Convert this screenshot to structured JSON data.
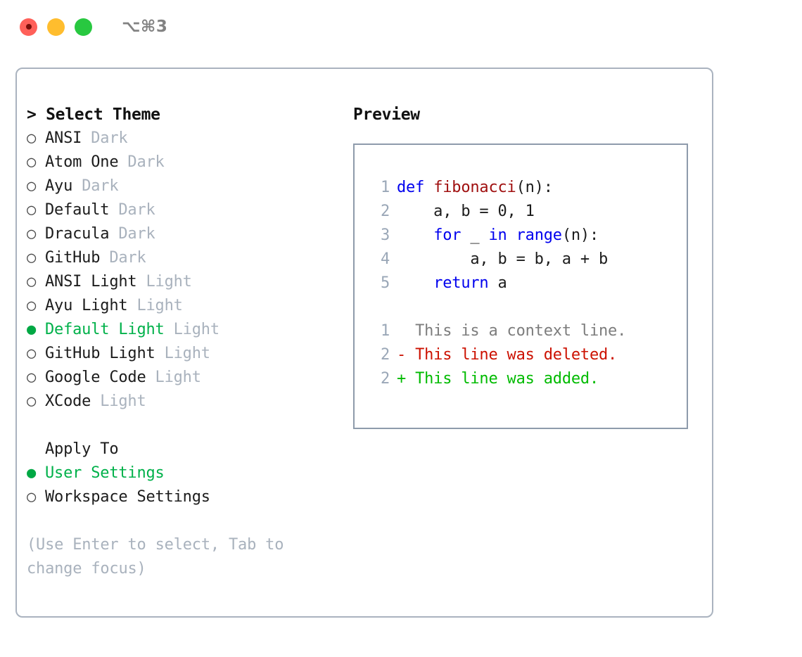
{
  "window": {
    "title": "⌥⌘3",
    "buttons": [
      {
        "name": "close",
        "color": "#ff6059"
      },
      {
        "name": "minimize",
        "color": "#ffbd2e"
      },
      {
        "name": "maximize",
        "color": "#28c840"
      }
    ]
  },
  "theme_panel": {
    "header": "> Select Theme",
    "items": [
      {
        "marker": "○",
        "name": "ANSI",
        "kind": "Dark",
        "selected": false
      },
      {
        "marker": "○",
        "name": "Atom One",
        "kind": "Dark",
        "selected": false
      },
      {
        "marker": "○",
        "name": "Ayu",
        "kind": "Dark",
        "selected": false
      },
      {
        "marker": "○",
        "name": "Default",
        "kind": "Dark",
        "selected": false
      },
      {
        "marker": "○",
        "name": "Dracula",
        "kind": "Dark",
        "selected": false
      },
      {
        "marker": "○",
        "name": "GitHub",
        "kind": "Dark",
        "selected": false
      },
      {
        "marker": "○",
        "name": "ANSI Light",
        "kind": "Light",
        "selected": false
      },
      {
        "marker": "○",
        "name": "Ayu Light",
        "kind": "Light",
        "selected": false
      },
      {
        "marker": "●",
        "name": "Default Light",
        "kind": "Light",
        "selected": true
      },
      {
        "marker": "○",
        "name": "GitHub Light",
        "kind": "Light",
        "selected": false
      },
      {
        "marker": "○",
        "name": "Google Code",
        "kind": "Light",
        "selected": false
      },
      {
        "marker": "○",
        "name": "XCode",
        "kind": "Light",
        "selected": false
      }
    ]
  },
  "apply_to": {
    "header": "Apply To",
    "options": [
      {
        "marker": "●",
        "label": "User Settings",
        "selected": true
      },
      {
        "marker": "○",
        "label": "Workspace Settings",
        "selected": false
      }
    ]
  },
  "hint": "(Use Enter to select, Tab to change focus)",
  "preview": {
    "header": "Preview",
    "code_lines": [
      {
        "number": "1",
        "tokens": [
          {
            "t": "def ",
            "c": "kw"
          },
          {
            "t": "fibonacci",
            "c": "fn"
          },
          {
            "t": "(n):",
            "c": "txt"
          }
        ]
      },
      {
        "number": "2",
        "tokens": [
          {
            "t": "    a, b = 0, 1",
            "c": "txt"
          }
        ]
      },
      {
        "number": "3",
        "tokens": [
          {
            "t": "    ",
            "c": "txt"
          },
          {
            "t": "for",
            "c": "kw"
          },
          {
            "t": " _ ",
            "c": "txt"
          },
          {
            "t": "in",
            "c": "kw"
          },
          {
            "t": " ",
            "c": "txt"
          },
          {
            "t": "range",
            "c": "kw"
          },
          {
            "t": "(n):",
            "c": "txt"
          }
        ]
      },
      {
        "number": "4",
        "tokens": [
          {
            "t": "        a, b = b, a + b",
            "c": "txt"
          }
        ]
      },
      {
        "number": "5",
        "tokens": [
          {
            "t": "    ",
            "c": "txt"
          },
          {
            "t": "return",
            "c": "kw"
          },
          {
            "t": " a",
            "c": "txt"
          }
        ]
      }
    ],
    "diff_lines": [
      {
        "number": "1",
        "sign": " ",
        "text": " This is a context line.",
        "kind": "ctx"
      },
      {
        "number": "2",
        "sign": "-",
        "text": " This line was deleted.",
        "kind": "del"
      },
      {
        "number": "2",
        "sign": "+",
        "text": " This line was added.",
        "kind": "add"
      }
    ]
  },
  "colors": {
    "accent_green": "#00b14a",
    "muted": "#a9b2bd",
    "keyword": "#0000ee",
    "function": "#a01010",
    "diff_add": "#00bb00",
    "diff_del": "#cc1100",
    "border": "#aab3bf"
  }
}
